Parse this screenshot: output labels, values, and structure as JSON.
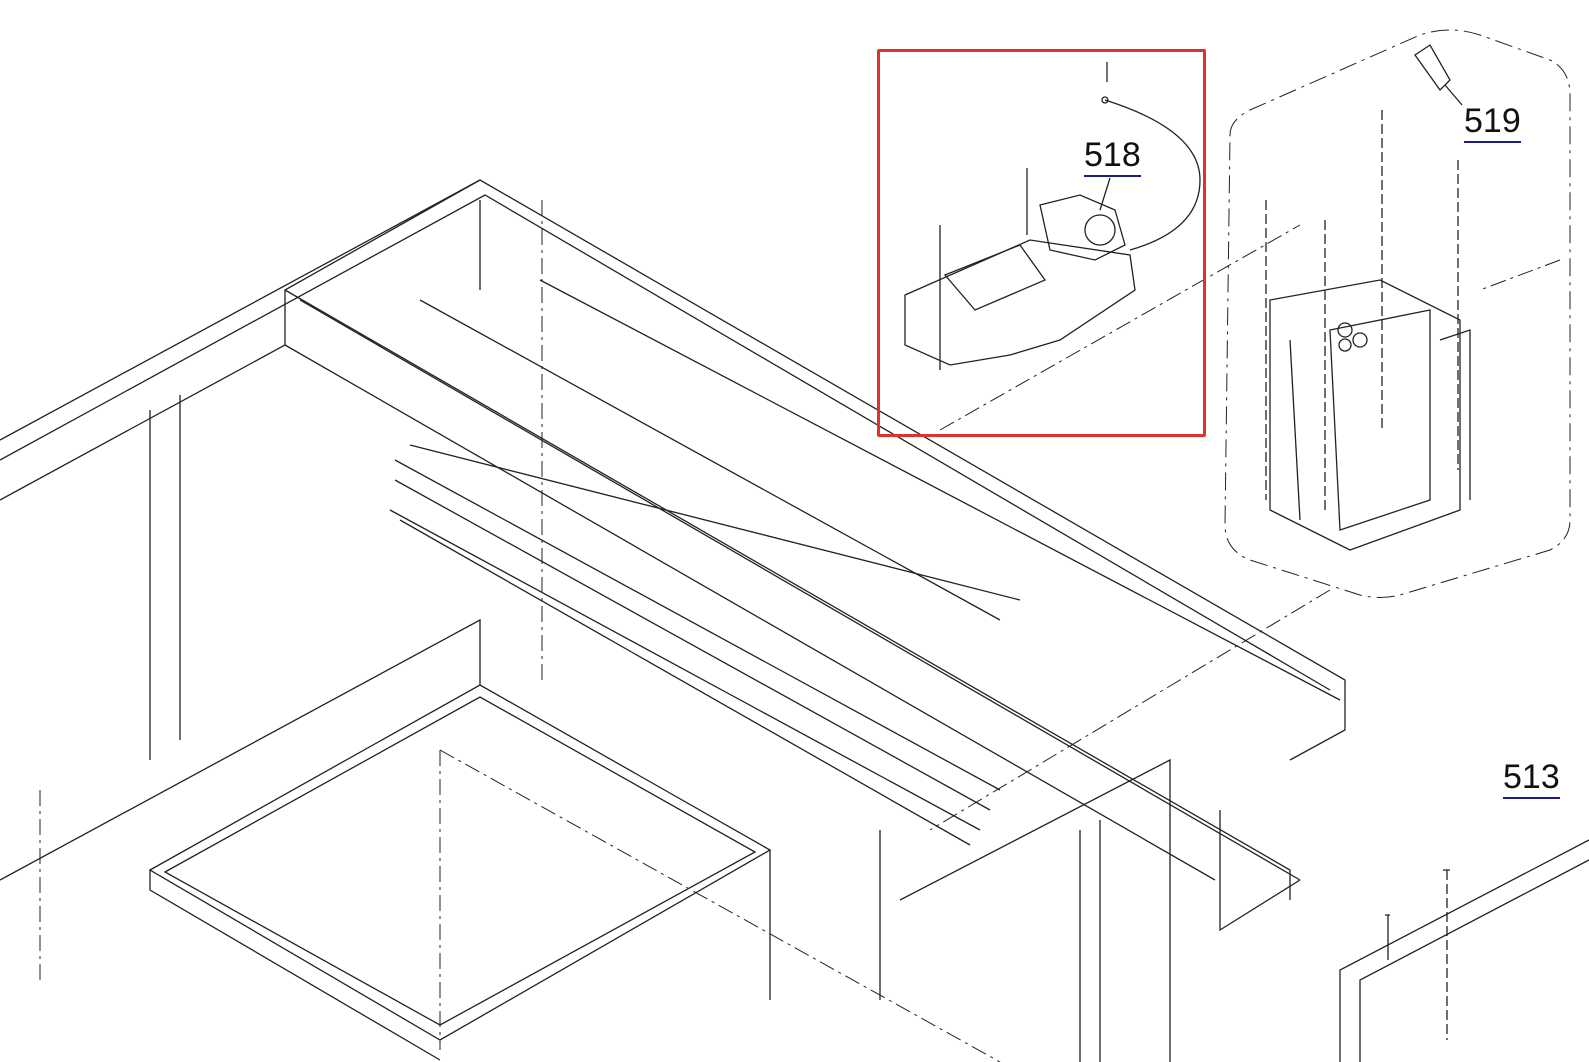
{
  "diagram": {
    "labels": [
      {
        "id": "518",
        "text": "518"
      },
      {
        "id": "519",
        "text": "519"
      },
      {
        "id": "513",
        "text": "513"
      }
    ],
    "highlight_color": "#e0322d",
    "link_underline_color": "#1a1a8c",
    "highlighted_part": "518"
  }
}
